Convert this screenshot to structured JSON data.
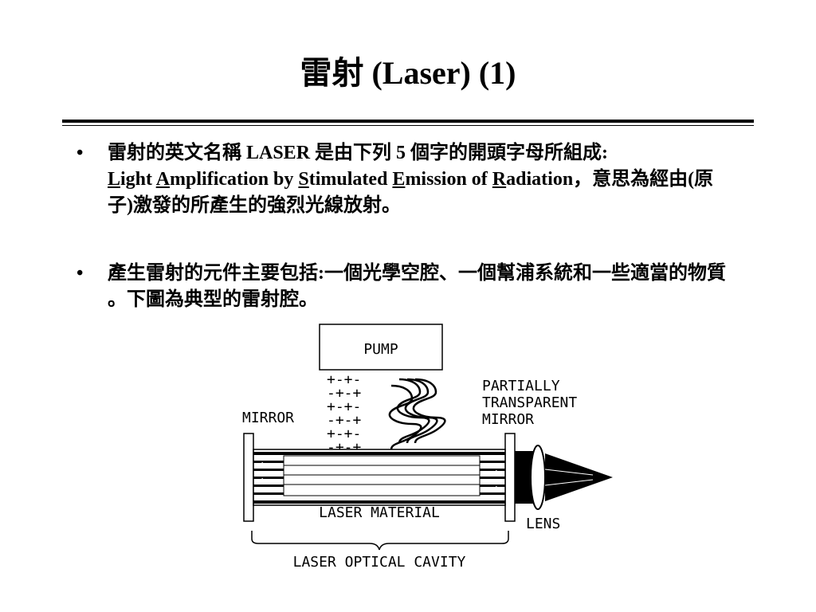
{
  "title": "雷射 (Laser) (1)",
  "bullets": [
    {
      "prefix": "雷射的英文名稱 LASER 是由下列 5 個字的開頭字母所組成:",
      "words": [
        {
          "initial": "L",
          "rest": "ight "
        },
        {
          "initial": "A",
          "rest": "mplification by "
        },
        {
          "initial": "S",
          "rest": "timulated "
        },
        {
          "initial": "E",
          "rest": "mission of "
        },
        {
          "initial": "R",
          "rest": "adiation"
        }
      ],
      "suffix": "，意思為經由(原子)激發的所產生的強烈光線放射。"
    },
    {
      "text": "產生雷射的元件主要包括:一個光學空腔、一個幫浦系統和一些適當的物質 。下圖為典型的雷射腔。"
    }
  ],
  "bullet_symbol": "•",
  "diagram": {
    "pump": "PUMP",
    "mirror": "MIRROR",
    "partial_mirror": [
      "PARTIALLY",
      "TRANSPARENT",
      "MIRROR"
    ],
    "laser_material": "LASER MATERIAL",
    "lens": "LENS",
    "cavity": "LASER OPTICAL CAVITY",
    "charges": [
      "+-+-",
      "-+-+",
      "+-+-",
      "-+-+",
      "+-+-",
      "-+-+"
    ]
  }
}
